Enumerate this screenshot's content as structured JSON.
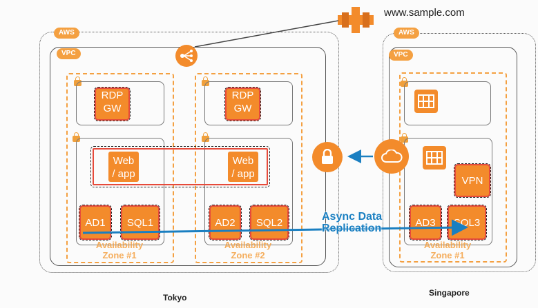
{
  "url_label": "www.sample.com",
  "badges": {
    "aws": "AWS",
    "vpc": "VPC"
  },
  "tokyo": {
    "caption": "Tokyo",
    "az1": {
      "label": "Availability Zone #1",
      "label_line1": "Availability",
      "label_line2": "Zone #1",
      "rdp": [
        "RDP",
        "GW"
      ],
      "web": [
        "Web",
        "/ app"
      ],
      "ad": "AD1",
      "sql": "SQL1"
    },
    "az2": {
      "label": "Availability Zone #2",
      "label_line1": "Availability",
      "label_line2": "Zone #2",
      "rdp": [
        "RDP",
        "GW"
      ],
      "web": [
        "Web",
        "/ app"
      ],
      "ad": "AD2",
      "sql": "SQL2"
    }
  },
  "singapore": {
    "caption": "Singapore",
    "az1": {
      "label_line1": "Availability",
      "label_line2": "Zone #1",
      "vpn": "VPN",
      "ad": "AD3",
      "sql": "SQL3"
    }
  },
  "replication": {
    "line1": "Async Data",
    "line2": "Replication"
  },
  "colors": {
    "aws_orange": "#f38b2b",
    "az_dashed": "#f4a041",
    "border_red": "#e64a3a",
    "arrow_blue": "#1a7fc1"
  },
  "icons": [
    "route53-icon",
    "elb-icon",
    "vpn-gateway-lock-icon",
    "customer-gateway-cloud-icon",
    "nat-instance-icon",
    "lock-icon"
  ]
}
